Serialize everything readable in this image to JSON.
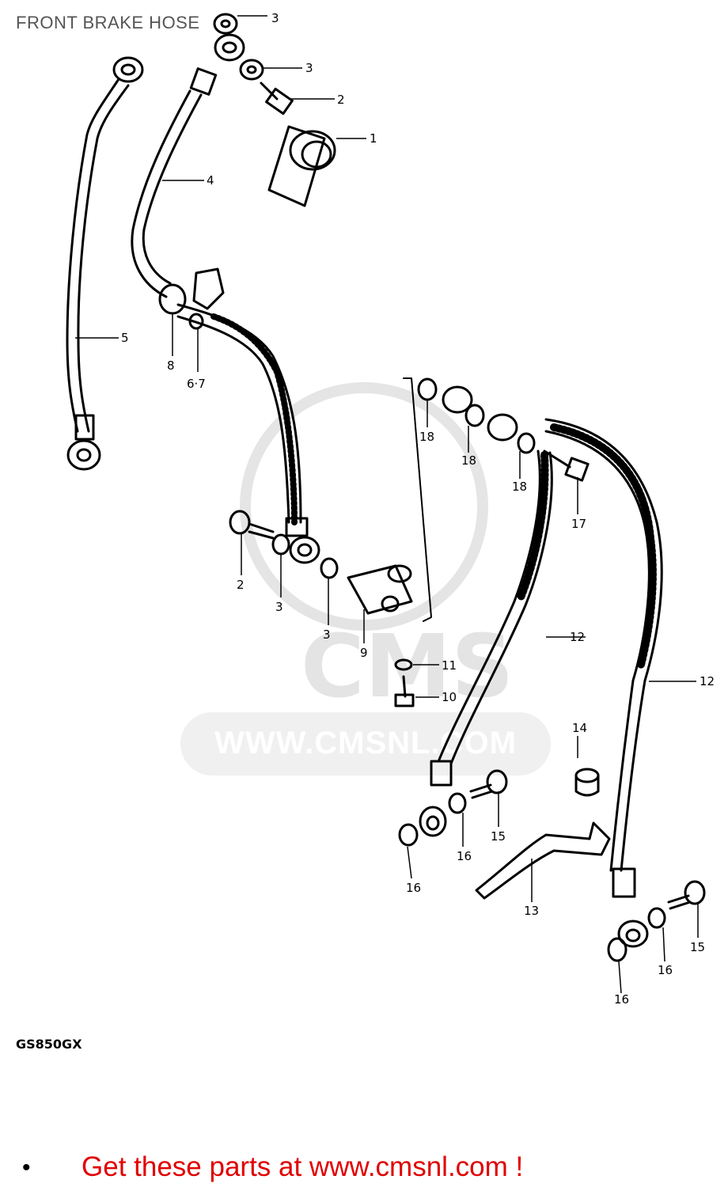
{
  "title": "FRONT BRAKE HOSE",
  "model": "GS850GX",
  "watermark": {
    "text": "WWW.CMSNL.COM",
    "logo": "CMS"
  },
  "cta": {
    "bullet": "•",
    "text": "Get these parts at www.cmsnl.com !"
  },
  "callouts": [
    "1",
    "2",
    "2",
    "3",
    "3",
    "3",
    "3",
    "4",
    "5",
    "6·7",
    "8",
    "9",
    "10",
    "11",
    "12",
    "12",
    "13",
    "14",
    "15",
    "15",
    "16",
    "16",
    "16",
    "16",
    "17",
    "18",
    "18",
    "18"
  ]
}
